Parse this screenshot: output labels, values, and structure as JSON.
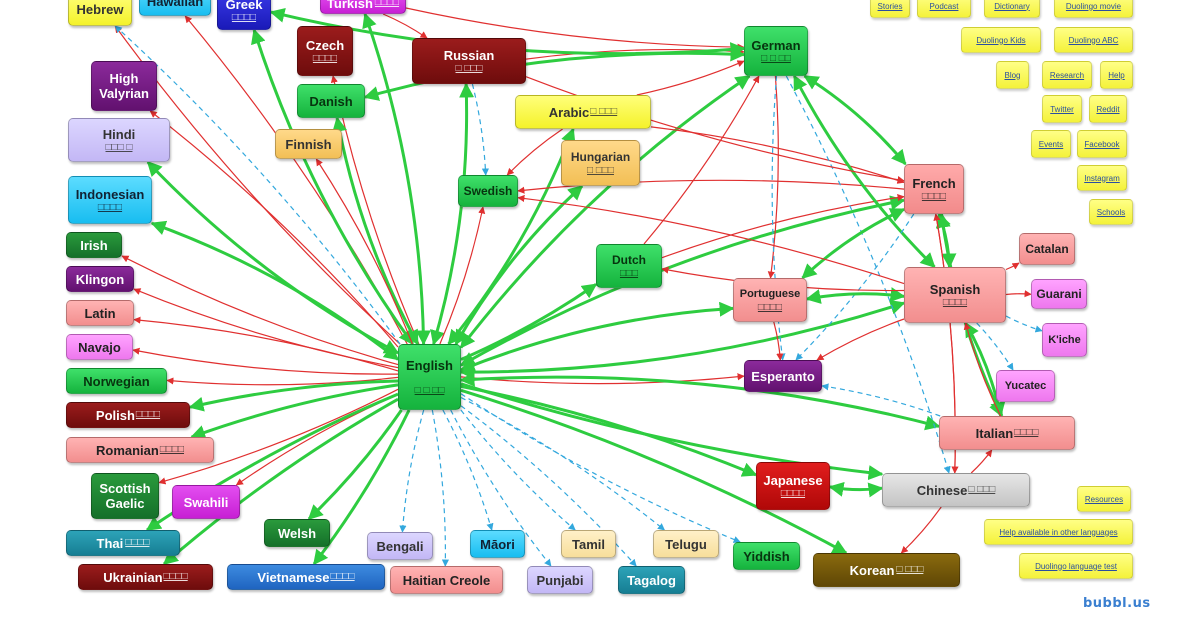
{
  "nodes": {
    "hebrew": {
      "label": "Hebrew"
    },
    "hawaiian": {
      "label": "Hawaiian"
    },
    "greek": {
      "label": "Greek",
      "sub": "□□□□"
    },
    "turkish": {
      "label": "Turkish",
      "sub": "□□□□"
    },
    "czech": {
      "label": "Czech",
      "sub": "□□□□"
    },
    "russian": {
      "label": "Russian",
      "sub": "□ □□□"
    },
    "german": {
      "label": "German",
      "sub": "□ □ □□"
    },
    "high_valyrian": {
      "label": "High Valyrian"
    },
    "danish": {
      "label": "Danish"
    },
    "arabic": {
      "label": "Arabic",
      "sub": "□ □□□"
    },
    "hindi": {
      "label": "Hindi",
      "sub": "□□□ □"
    },
    "finnish": {
      "label": "Finnish"
    },
    "hungarian": {
      "label": "Hungarian",
      "sub": "□ □□□"
    },
    "swedish": {
      "label": "Swedish"
    },
    "french": {
      "label": "French",
      "sub": "□□□□"
    },
    "indonesian": {
      "label": "Indonesian",
      "sub": "□□□□"
    },
    "irish": {
      "label": "Irish"
    },
    "dutch": {
      "label": "Dutch",
      "sub": "□□□"
    },
    "catalan": {
      "label": "Catalan"
    },
    "klingon": {
      "label": "Klingon"
    },
    "spanish": {
      "label": "Spanish",
      "sub": "□□□□"
    },
    "portuguese": {
      "label": "Portuguese",
      "sub": "□□□□"
    },
    "guarani": {
      "label": "Guarani"
    },
    "latin": {
      "label": "Latin"
    },
    "kiche": {
      "label": "K'iche"
    },
    "navajo": {
      "label": "Navajo"
    },
    "english": {
      "label": "English",
      "sub": "□ □ □□"
    },
    "esperanto": {
      "label": "Esperanto"
    },
    "norwegian": {
      "label": "Norwegian"
    },
    "yucatec": {
      "label": "Yucatec"
    },
    "polish": {
      "label": "Polish",
      "sub": "□□□□"
    },
    "italian": {
      "label": "Italian",
      "sub": "□□□□"
    },
    "romanian": {
      "label": "Romanian",
      "sub": "□□□□"
    },
    "japanese": {
      "label": "Japanese",
      "sub": "□□□□"
    },
    "chinese": {
      "label": "Chinese",
      "sub": "□ □□□"
    },
    "scottish_gaelic": {
      "label": "Scottish Gaelic"
    },
    "swahili": {
      "label": "Swahili"
    },
    "welsh": {
      "label": "Welsh"
    },
    "thai": {
      "label": "Thai",
      "sub": "□□□□"
    },
    "bengali": {
      "label": "Bengali"
    },
    "maori": {
      "label": "Māori"
    },
    "tamil": {
      "label": "Tamil"
    },
    "telugu": {
      "label": "Telugu"
    },
    "yiddish": {
      "label": "Yiddish"
    },
    "korean": {
      "label": "Korean",
      "sub": "□ □□□"
    },
    "ukrainian": {
      "label": "Ukrainian",
      "sub": "□□□□"
    },
    "vietnamese": {
      "label": "Vietnamese",
      "sub": "□□□□"
    },
    "haitian_creole": {
      "label": "Haitian Creole"
    },
    "punjabi": {
      "label": "Punjabi"
    },
    "tagalog": {
      "label": "Tagalog"
    }
  },
  "resources": {
    "stories": "Stories",
    "podcast": "Podcast",
    "dictionary": "Dictionary",
    "duolingo_movie": "Duolingo movie",
    "duolingo_kids": "Duolingo Kids",
    "duolingo_abc": "Duolingo ABC",
    "blog": "Blog",
    "research": "Research",
    "help": "Help",
    "twitter": "Twitter",
    "reddit": "Reddit",
    "events": "Events",
    "facebook": "Facebook",
    "instagram": "Instagram",
    "schools": "Schools",
    "resources_link": "Resources",
    "help_other_languages": "Help available in other languages",
    "duolingo_language_test": "Duolingo language test"
  },
  "brand": "bubbl.us",
  "colors": {
    "green_edge": "#2ecc40",
    "red_edge": "#e03030",
    "blue_dashed_edge": "#33a8dd"
  },
  "edges": [
    [
      "english",
      "hebrew",
      "red"
    ],
    [
      "english",
      "hawaiian",
      "red"
    ],
    [
      "english",
      "greek",
      "green2"
    ],
    [
      "english",
      "turkish",
      "green2"
    ],
    [
      "english",
      "czech",
      "red"
    ],
    [
      "english",
      "russian",
      "green2"
    ],
    [
      "english",
      "german",
      "green2"
    ],
    [
      "english",
      "high_valyrian",
      "red"
    ],
    [
      "english",
      "danish",
      "green2"
    ],
    [
      "english",
      "arabic",
      "green2"
    ],
    [
      "english",
      "hindi",
      "green2"
    ],
    [
      "english",
      "finnish",
      "red"
    ],
    [
      "english",
      "hungarian",
      "green2"
    ],
    [
      "english",
      "swedish",
      "red"
    ],
    [
      "english",
      "french",
      "green2"
    ],
    [
      "english",
      "indonesian",
      "green2"
    ],
    [
      "english",
      "irish",
      "red"
    ],
    [
      "english",
      "dutch",
      "green"
    ],
    [
      "english",
      "klingon",
      "red"
    ],
    [
      "english",
      "spanish",
      "green2"
    ],
    [
      "english",
      "portuguese",
      "green2"
    ],
    [
      "english",
      "latin",
      "red"
    ],
    [
      "english",
      "navajo",
      "red"
    ],
    [
      "english",
      "esperanto",
      "red"
    ],
    [
      "english",
      "norwegian",
      "red"
    ],
    [
      "english",
      "polish",
      "green"
    ],
    [
      "english",
      "italian",
      "green2"
    ],
    [
      "english",
      "romanian",
      "green"
    ],
    [
      "english",
      "japanese",
      "green"
    ],
    [
      "english",
      "chinese",
      "green"
    ],
    [
      "english",
      "scottish_gaelic",
      "red"
    ],
    [
      "english",
      "swahili",
      "red"
    ],
    [
      "english",
      "welsh",
      "green"
    ],
    [
      "english",
      "thai",
      "green"
    ],
    [
      "english",
      "korean",
      "green"
    ],
    [
      "english",
      "ukrainian",
      "green"
    ],
    [
      "english",
      "vietnamese",
      "green"
    ],
    [
      "english",
      "bengali",
      "blue"
    ],
    [
      "english",
      "maori",
      "blue"
    ],
    [
      "english",
      "tamil",
      "blue"
    ],
    [
      "english",
      "telugu",
      "blue"
    ],
    [
      "english",
      "yiddish",
      "blue"
    ],
    [
      "english",
      "haitian_creole",
      "blue"
    ],
    [
      "english",
      "punjabi",
      "blue"
    ],
    [
      "english",
      "tagalog",
      "blue"
    ],
    [
      "english",
      "hebrew",
      "blue"
    ],
    [
      "russian",
      "german",
      "red"
    ],
    [
      "turkish",
      "german",
      "red"
    ],
    [
      "turkish",
      "russian",
      "red"
    ],
    [
      "arabic",
      "german",
      "red"
    ],
    [
      "arabic",
      "french",
      "red"
    ],
    [
      "arabic",
      "swedish",
      "red"
    ],
    [
      "russian",
      "swedish",
      "blue"
    ],
    [
      "dutch",
      "german",
      "red"
    ],
    [
      "dutch",
      "french",
      "red"
    ],
    [
      "french",
      "swedish",
      "red"
    ],
    [
      "german",
      "french",
      "green2"
    ],
    [
      "german",
      "spanish",
      "green2"
    ],
    [
      "german",
      "greek",
      "green2"
    ],
    [
      "german",
      "danish",
      "green2"
    ],
    [
      "german",
      "portuguese",
      "red"
    ],
    [
      "german",
      "esperanto",
      "blue"
    ],
    [
      "german",
      "chinese",
      "blue"
    ],
    [
      "russian",
      "french",
      "red"
    ],
    [
      "french",
      "spanish",
      "green2"
    ],
    [
      "french",
      "portuguese",
      "green2"
    ],
    [
      "french",
      "esperanto",
      "blue"
    ],
    [
      "french",
      "italian",
      "green2"
    ],
    [
      "french",
      "chinese",
      "red"
    ],
    [
      "spanish",
      "portuguese",
      "green2"
    ],
    [
      "spanish",
      "italian",
      "green2"
    ],
    [
      "spanish",
      "catalan",
      "red"
    ],
    [
      "spanish",
      "guarani",
      "red"
    ],
    [
      "spanish",
      "kiche",
      "blue"
    ],
    [
      "spanish",
      "yucatec",
      "blue"
    ],
    [
      "spanish",
      "esperanto",
      "red"
    ],
    [
      "spanish",
      "dutch",
      "red"
    ],
    [
      "spanish",
      "swedish",
      "red"
    ],
    [
      "portuguese",
      "esperanto",
      "red"
    ],
    [
      "italian",
      "esperanto",
      "blue"
    ],
    [
      "chinese",
      "japanese",
      "green2"
    ],
    [
      "chinese",
      "italian",
      "red"
    ],
    [
      "chinese",
      "korean",
      "red"
    ],
    [
      "chinese",
      "french",
      "red"
    ],
    [
      "italian",
      "spanish",
      "red"
    ]
  ]
}
